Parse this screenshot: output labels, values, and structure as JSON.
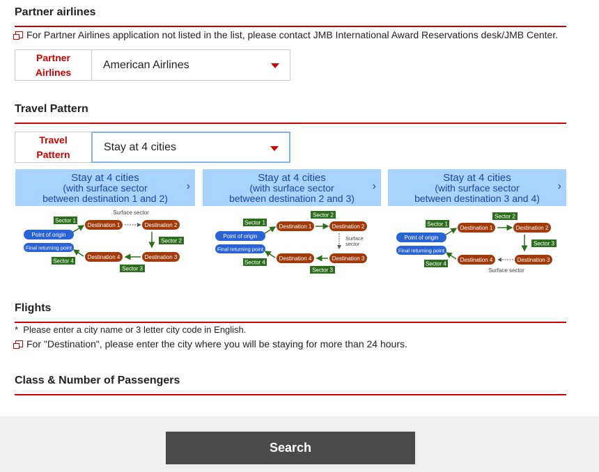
{
  "partner_section": {
    "title": "Partner airlines",
    "note": "For Partner Airlines application not listed in the list, please contact JMB International Award Reservations desk/JMB Center.",
    "label_line1": "Partner",
    "label_line2": "Airlines",
    "selected": "American Airlines"
  },
  "pattern_section": {
    "title": "Travel Pattern",
    "label_line1": "Travel",
    "label_line2": "Pattern",
    "selected": "Stay at 4 cities",
    "tabs": [
      {
        "line1": "Stay at 4 cities",
        "line2": "(with surface sector",
        "line3": "between destination 1 and 2)"
      },
      {
        "line1": "Stay at 4 cities",
        "line2": "(with surface sector",
        "line3": "between destination 2 and 3)"
      },
      {
        "line1": "Stay at 4 cities",
        "line2": "(with surface sector",
        "line3": "between destination 3 and 4)"
      }
    ],
    "diagram_labels": {
      "point_of_origin": "Point of origin",
      "final_returning": "Final returning point",
      "dest1": "Destination 1",
      "dest2": "Destination 2",
      "dest3": "Destination 3",
      "dest4": "Destination 4",
      "sector1": "Sector 1",
      "sector2": "Sector 2",
      "sector3": "Sector 3",
      "sector4": "Sector 4",
      "surface_sector": "Surface sector",
      "surface": "Surface",
      "sector": "sector"
    }
  },
  "flights_section": {
    "title": "Flights",
    "bullet": "Please enter a city name or 3 letter city code in English.",
    "note": "For \"Destination\", please enter the city where you will be staying for more than 24 hours."
  },
  "class_section": {
    "title": "Class & Number of Passengers"
  },
  "search_button": "Search",
  "colors": {
    "accent_red": "#cc0000",
    "tab_bg": "#a9d4ff",
    "tab_text": "#1a46a8",
    "dest_brown": "#a33a0a",
    "sector_green": "#2d6e1e",
    "origin_blue": "#2a63d6"
  }
}
